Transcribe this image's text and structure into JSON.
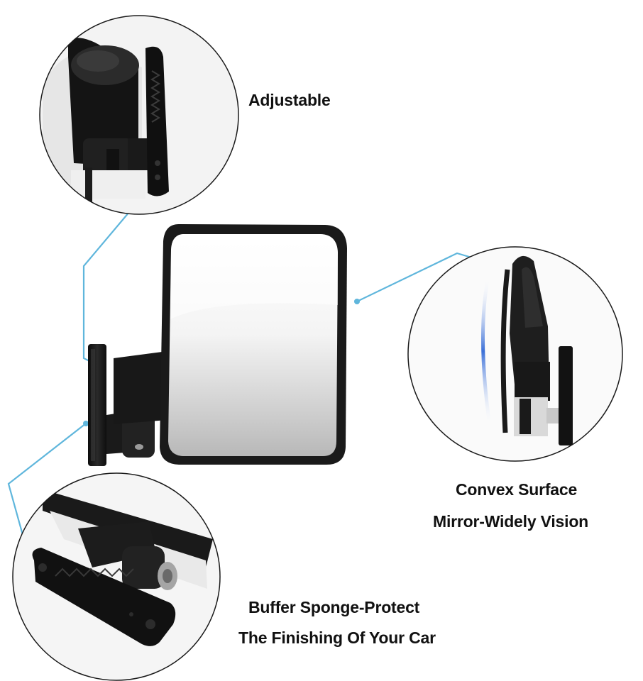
{
  "captions": {
    "adjustable": "Adjustable",
    "convex_line1": "Convex Surface",
    "convex_line2": "Mirror-Widely Vision",
    "buffer_line1": "Buffer Sponge-Protect",
    "buffer_line2": "The Finishing Of Your Car"
  },
  "colors": {
    "background": "#ffffff",
    "leader_line": "#5fb6dc",
    "mirror_frame": "#1a1a1a",
    "mount_plastic": "#151515"
  }
}
